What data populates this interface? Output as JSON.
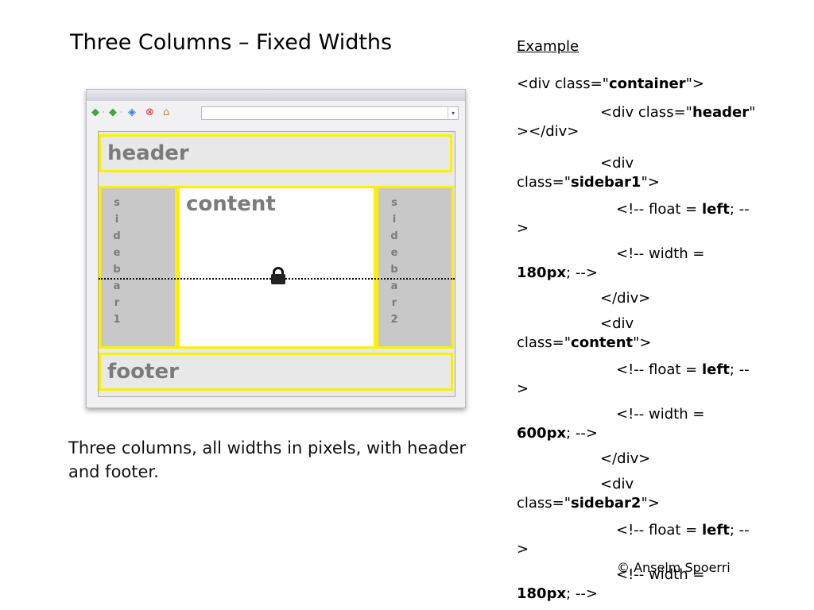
{
  "slide": {
    "title": "Three Columns – Fixed Widths",
    "caption": "Three columns, all widths in pixels, with header and footer."
  },
  "illustration": {
    "header_label": "header",
    "content_label": "content",
    "footer_label": "footer",
    "sidebar1_label": "sidebar1",
    "sidebar2_label": "sidebar2",
    "highlight_color": "#ffef00",
    "toolbar_icons": [
      "back-arrow-icon",
      "forward-arrow-icon",
      "refresh-icon",
      "stop-icon",
      "home-icon"
    ]
  },
  "example": {
    "heading": "Example",
    "code_lines": [
      {
        "pre": "<div class=\"",
        "bold": "container",
        "post": "\">"
      },
      {
        "pre": "<div class=\"",
        "bold": "header",
        "post": "\""
      },
      {
        "pre": "></div>",
        "bold": "",
        "post": ""
      },
      {
        "pre": "<div",
        "bold": "",
        "post": ""
      },
      {
        "pre": "class=\"",
        "bold": "sidebar1",
        "post": "\">"
      },
      {
        "pre": "<!-- float = ",
        "bold": "left",
        "post": "; --"
      },
      {
        "pre": ">",
        "bold": "",
        "post": ""
      },
      {
        "pre": "<!-- width =",
        "bold": "",
        "post": ""
      },
      {
        "pre": "",
        "bold": "180px",
        "post": "; -->"
      },
      {
        "pre": "</div>",
        "bold": "",
        "post": ""
      },
      {
        "pre": "<div",
        "bold": "",
        "post": ""
      },
      {
        "pre": "class=\"",
        "bold": "content",
        "post": "\">"
      },
      {
        "pre": "<!-- float = ",
        "bold": "left",
        "post": "; --"
      },
      {
        "pre": ">",
        "bold": "",
        "post": ""
      },
      {
        "pre": "<!-- width =",
        "bold": "",
        "post": ""
      },
      {
        "pre": "",
        "bold": "600px",
        "post": "; -->"
      },
      {
        "pre": "</div>",
        "bold": "",
        "post": ""
      },
      {
        "pre": "<div",
        "bold": "",
        "post": ""
      },
      {
        "pre": "class=\"",
        "bold": "sidebar2",
        "post": "\">"
      },
      {
        "pre": "<!-- float = ",
        "bold": "left",
        "post": "; --"
      },
      {
        "pre": ">",
        "bold": "",
        "post": ""
      },
      {
        "pre": "<!-- width =",
        "bold": "",
        "post": ""
      },
      {
        "pre": "",
        "bold": "180px",
        "post": "; -->"
      }
    ]
  },
  "footer": {
    "copyright": "© Anselm Spoerri"
  }
}
